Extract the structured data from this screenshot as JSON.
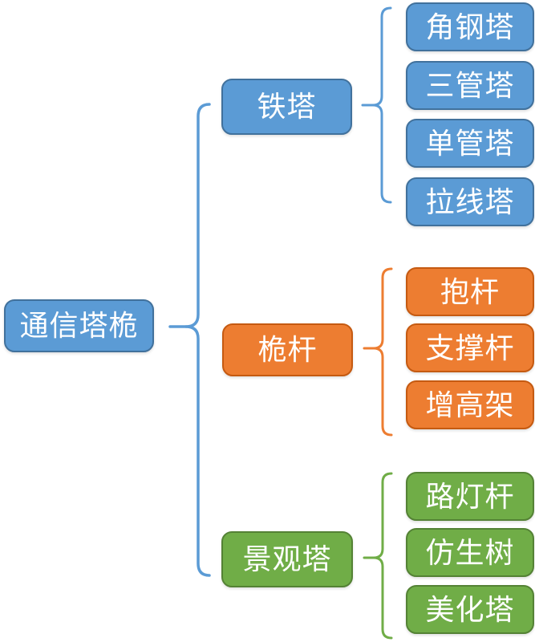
{
  "diagram": {
    "root": {
      "label": "通信塔桅"
    },
    "branches": [
      {
        "label": "铁塔",
        "children": [
          "角钢塔",
          "三管塔",
          "单管塔",
          "拉线塔"
        ]
      },
      {
        "label": "桅杆",
        "children": [
          "抱杆",
          "支撑杆",
          "增高架"
        ]
      },
      {
        "label": "景观塔",
        "children": [
          "路灯杆",
          "仿生树",
          "美化塔"
        ]
      }
    ],
    "colors": {
      "blue_fill": "#5B9BD5",
      "blue_border": "#41719C",
      "orange_fill": "#ED7D31",
      "orange_border": "#C55A11",
      "green_fill": "#70AD47",
      "green_border": "#548235",
      "text": "#FFFFFF",
      "background": "#FFFFFF"
    }
  }
}
